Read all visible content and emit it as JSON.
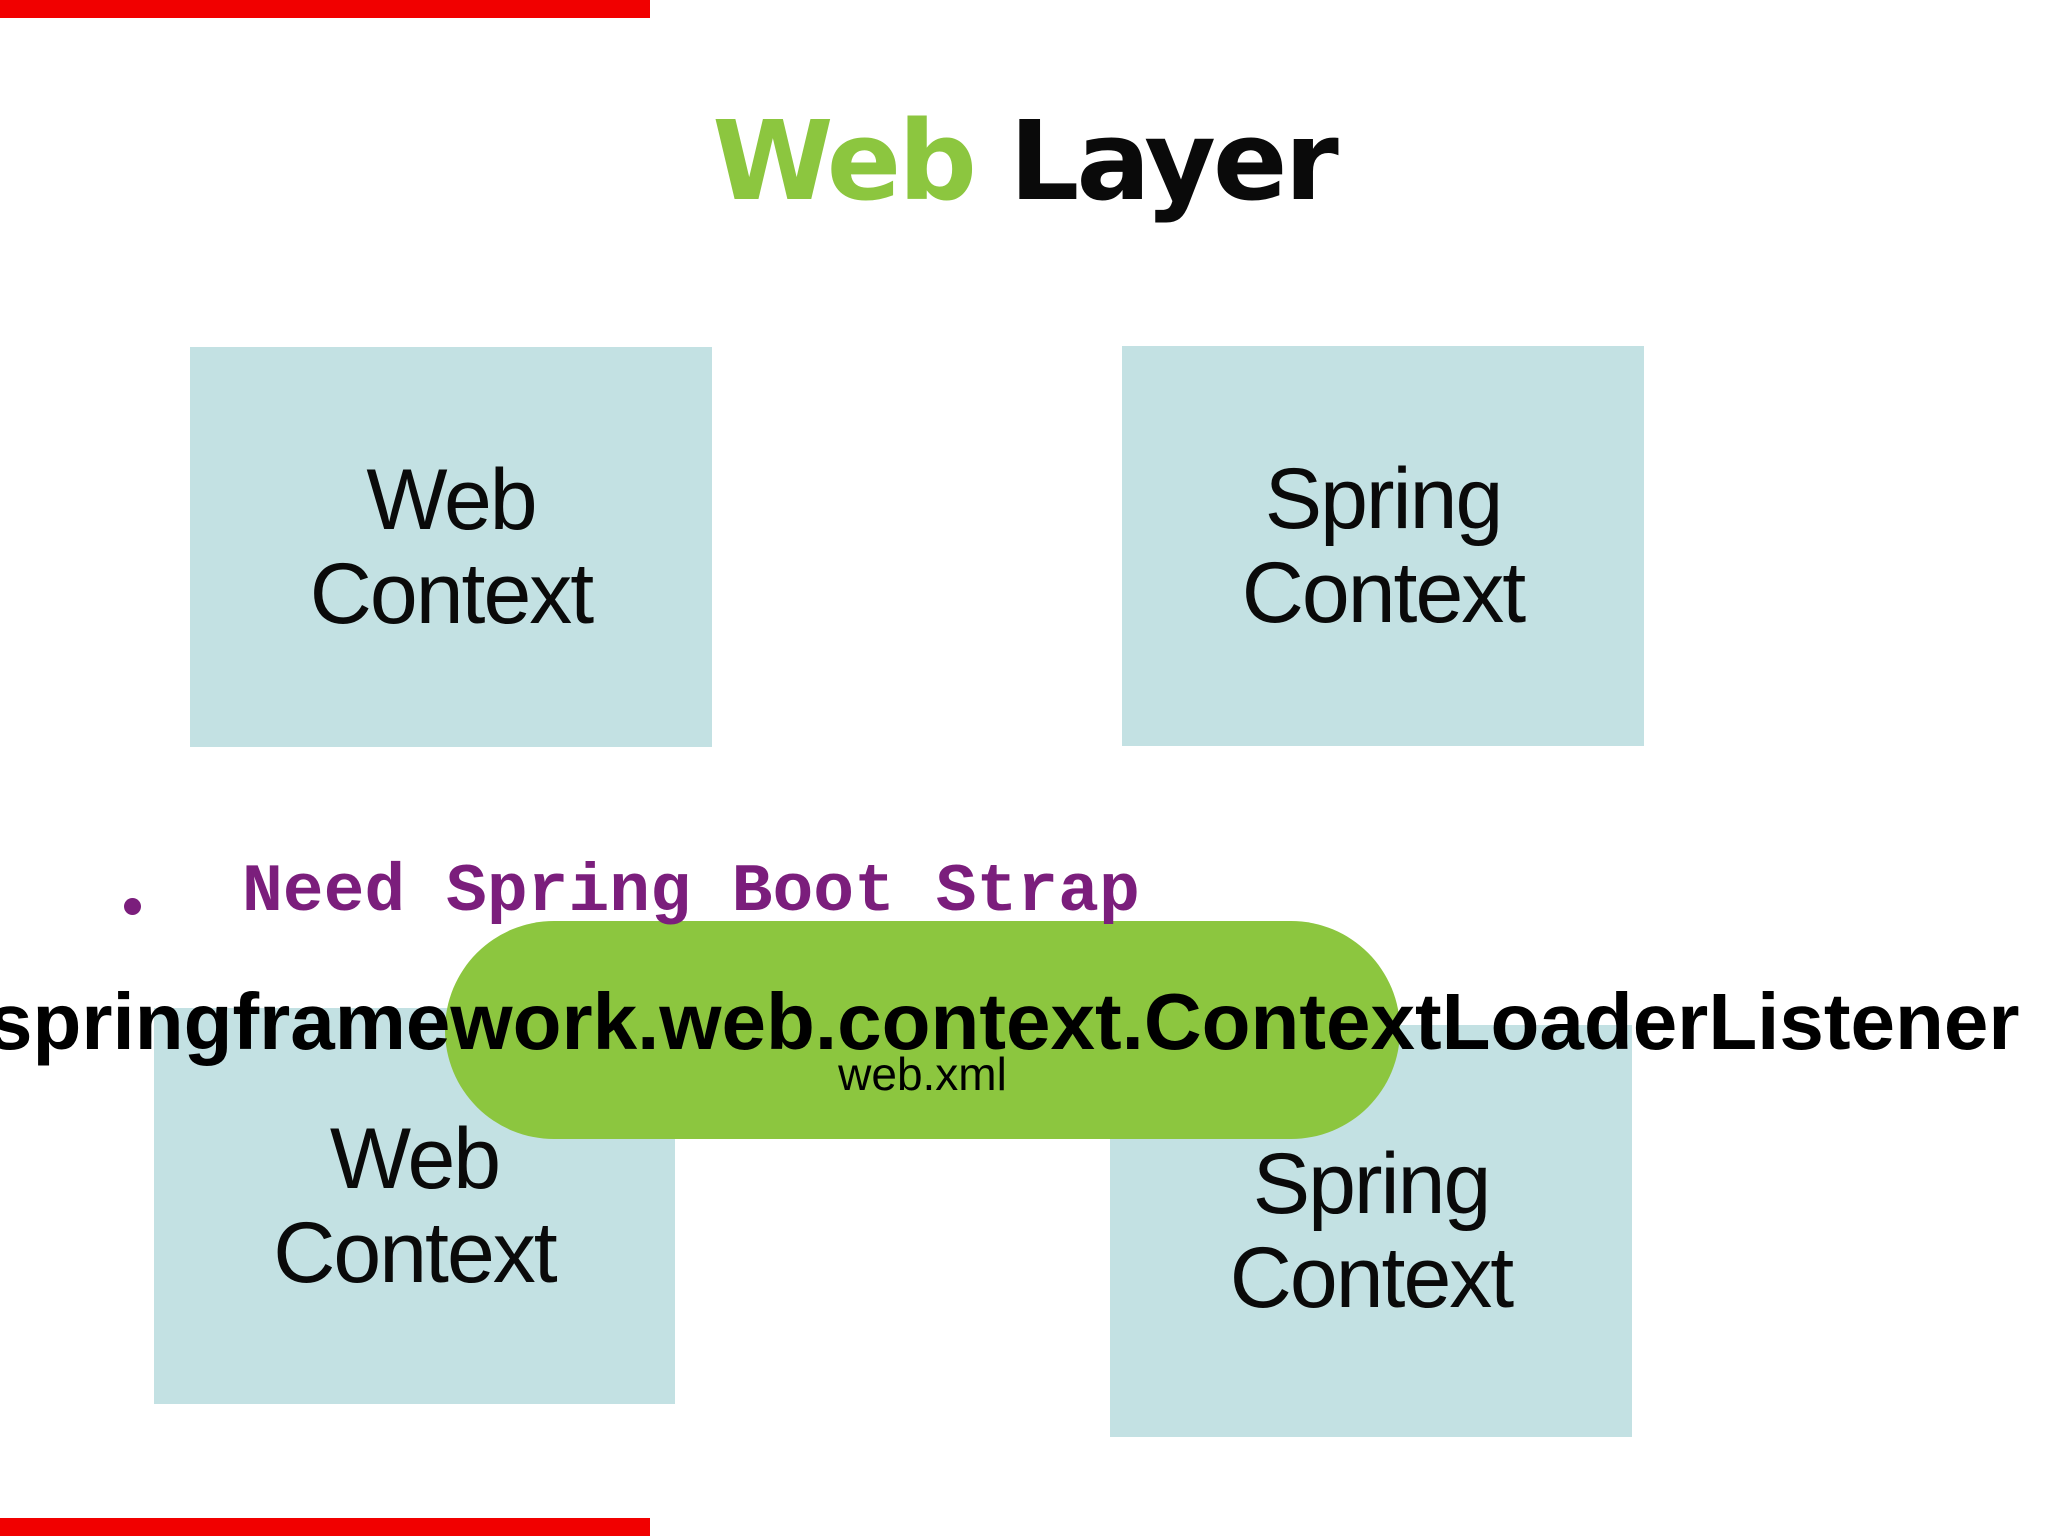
{
  "slide": {
    "title": {
      "word_web": "Web",
      "word_layer": " Layer"
    },
    "boxes": {
      "top_left": {
        "line1": "Web",
        "line2": "Context"
      },
      "top_right": {
        "line1": "Spring",
        "line2": "Context"
      },
      "bottom_left": {
        "line1": "Web",
        "line2": "Context"
      },
      "bottom_right": {
        "line1": "Spring",
        "line2": "Context"
      }
    },
    "bullet": {
      "text": "Need Spring Boot Strap"
    },
    "overlay": {
      "qualified_class_name": "springframework.web.context.ContextLoaderListener",
      "pill_label": "web.xml"
    },
    "colors": {
      "box_blue": "#c3e1e3",
      "pill_green": "#8cc63f",
      "title_green": "#8cc63f",
      "bullet_purple": "#7b1e7c",
      "red_bar": "#f10000",
      "text_black": "#000000",
      "background": "#ffffff"
    }
  }
}
